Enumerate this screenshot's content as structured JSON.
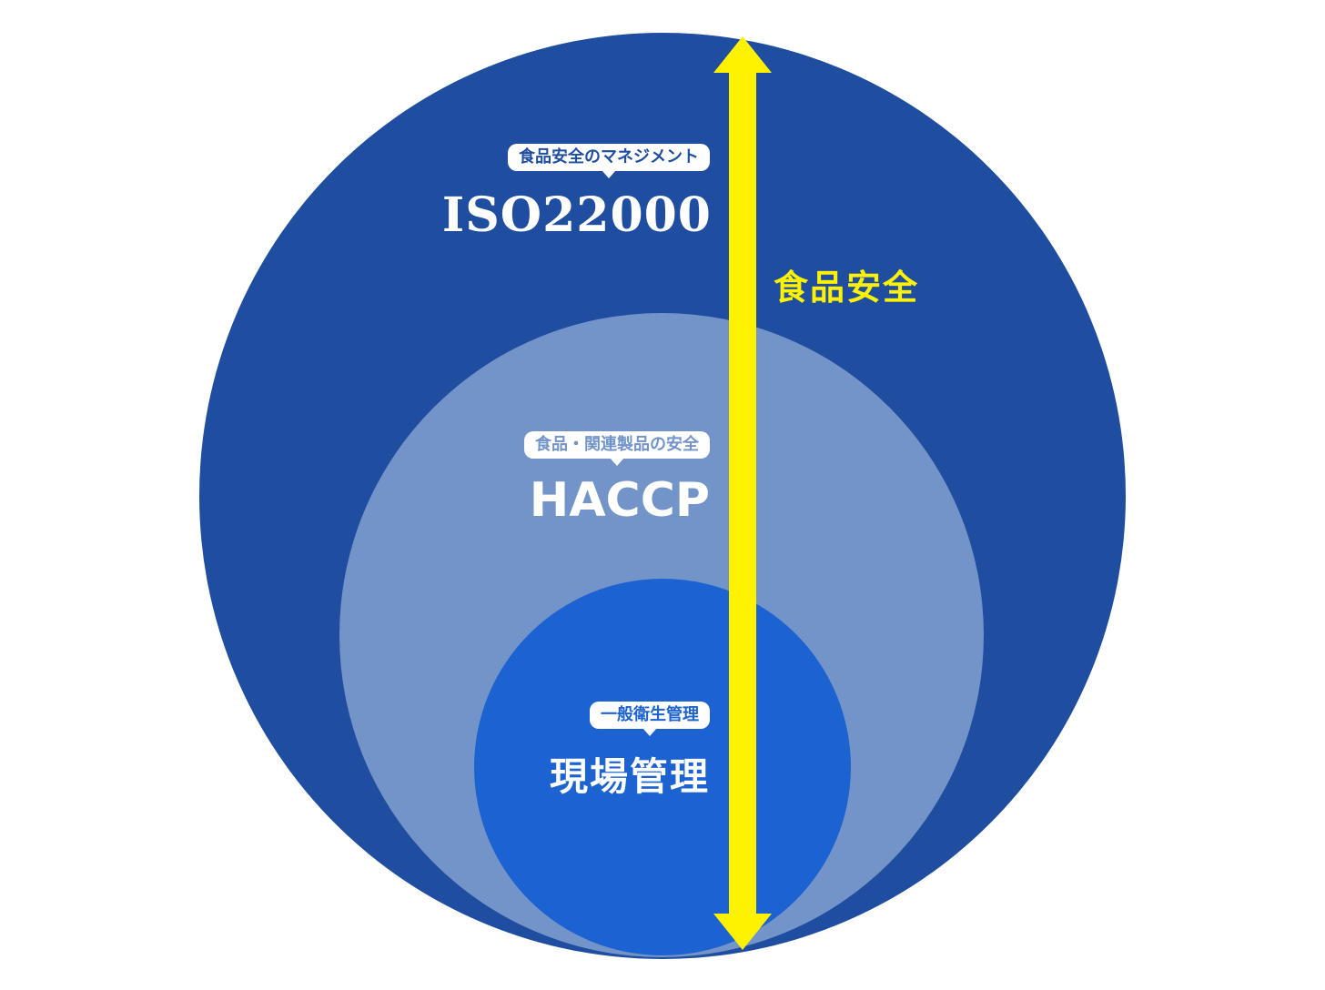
{
  "colors": {
    "background": "#ffffff",
    "outer_circle": "#1f4ea0",
    "middle_circle": "#7394c9",
    "inner_circle": "#1c62d0",
    "arrow": "#fff200",
    "arrow_label": "#fff200",
    "iso_bubble_text": "#1f4ea0",
    "haccp_bubble_text": "#7394c9",
    "general_bubble_text": "#1c62d0"
  },
  "layers": {
    "iso": {
      "bubble": "食品安全のマネジメント",
      "title": "ISO22000"
    },
    "haccp": {
      "bubble": "食品・関連製品の安全",
      "title": "HACCP"
    },
    "general": {
      "bubble": "一般衛生管理",
      "title": "現場管理"
    }
  },
  "arrow": {
    "label": "食品安全",
    "icon": "double-headed-vertical-arrow"
  }
}
